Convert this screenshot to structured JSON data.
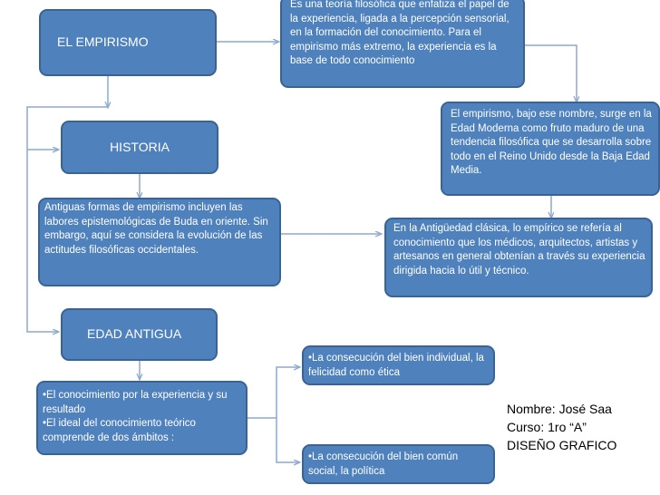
{
  "colors": {
    "box_fill": "#4f81bd",
    "box_border": "#3a6394",
    "connector": "#8ea9cf",
    "text": "#ffffff"
  },
  "boxes": {
    "empirismo": "EL EMPIRISMO",
    "teoria": "Es una teoría filosófica que enfatiza el papel de la experiencia, ligada a la percepción sensorial, en la formación del conocimiento. Para el empirismo más extremo, la experiencia es la base de todo conocimiento",
    "moderna": "El empirismo, bajo ese nombre, surge en la Edad Moderna como fruto maduro de una tendencia filosófica que se desarrolla sobre todo en el Reino Unido desde la Baja Edad Media.",
    "historia": "HISTORIA",
    "antiguas": "Antiguas formas de empirismo incluyen las labores epistemológicas de Buda en oriente. Sin embargo, aquí se considera la evolución de las actitudes filosóficas occidentales.",
    "clasica": "En la Antigüedad clásica, lo empírico se refería al conocimiento que los médicos, arquitectos, artistas y artesanos en general obtenían a través su experiencia dirigida hacia lo útil y técnico.",
    "edad_antigua": "EDAD ANTIGUA",
    "conocimiento": [
      "•El conocimiento por la experiencia y su resultado",
      "•El ideal del conocimiento  teórico comprende de dos ámbitos :"
    ],
    "bien_individual": "•La consecución del bien individual, la felicidad como ética",
    "bien_comun": "•La consecución del bien común social, la política"
  },
  "signature": {
    "name": "Nombre: José Saa",
    "course": "Curso: 1ro “A”",
    "subject": "DISEÑO GRAFICO"
  }
}
